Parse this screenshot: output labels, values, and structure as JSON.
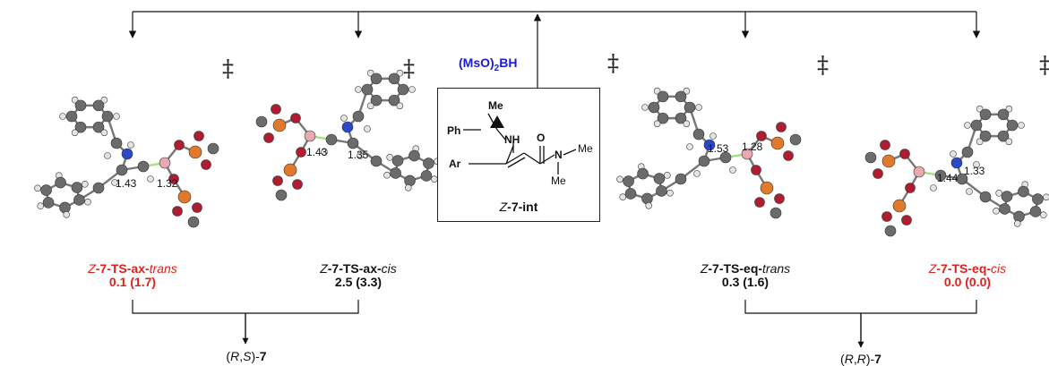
{
  "reagent": {
    "text": "(MsO)",
    "sub": "2",
    "tail": "BH"
  },
  "intermediate": {
    "label_prefix": "Z",
    "label_num": "-7-",
    "label_suffix": "int",
    "atoms": {
      "me_top": "Me",
      "ph": "Ph",
      "nh": "NH",
      "o": "O",
      "ar": "Ar",
      "n": "N",
      "me_right": "Me",
      "me_bottom": "Me"
    }
  },
  "transition_states": [
    {
      "id": "ax-trans",
      "name_prefix": "Z",
      "name_mid": "-7-TS-ax-",
      "name_italic": "trans",
      "energy": "0.1 (1.7)",
      "color": "red",
      "bonds": [
        "1.43",
        "1.32"
      ]
    },
    {
      "id": "ax-cis",
      "name_prefix": "Z",
      "name_mid": "-7-TS-ax-",
      "name_italic": "cis",
      "energy": "2.5 (3.3)",
      "color": "black",
      "bonds": [
        "1.43",
        "1.35"
      ]
    },
    {
      "id": "eq-trans",
      "name_prefix": "Z",
      "name_mid": "-7-TS-eq-",
      "name_italic": "trans",
      "energy": "0.3 (1.6)",
      "color": "black",
      "bonds": [
        "1.53",
        "1.28"
      ]
    },
    {
      "id": "eq-cis",
      "name_prefix": "Z",
      "name_mid": "-7-TS-eq-",
      "name_italic": "cis",
      "energy": "0.0 (0.0)",
      "color": "red",
      "bonds": [
        "1.44",
        "1.33"
      ]
    }
  ],
  "dagger_symbol": "‡",
  "products": [
    {
      "pre": "(",
      "r1": "R",
      "mid": ",",
      "r2": "S",
      "post": ")-",
      "num": "7"
    },
    {
      "pre": "(",
      "r1": "R",
      "mid": ",",
      "r2": "R",
      "post": ")-",
      "num": "7"
    }
  ]
}
